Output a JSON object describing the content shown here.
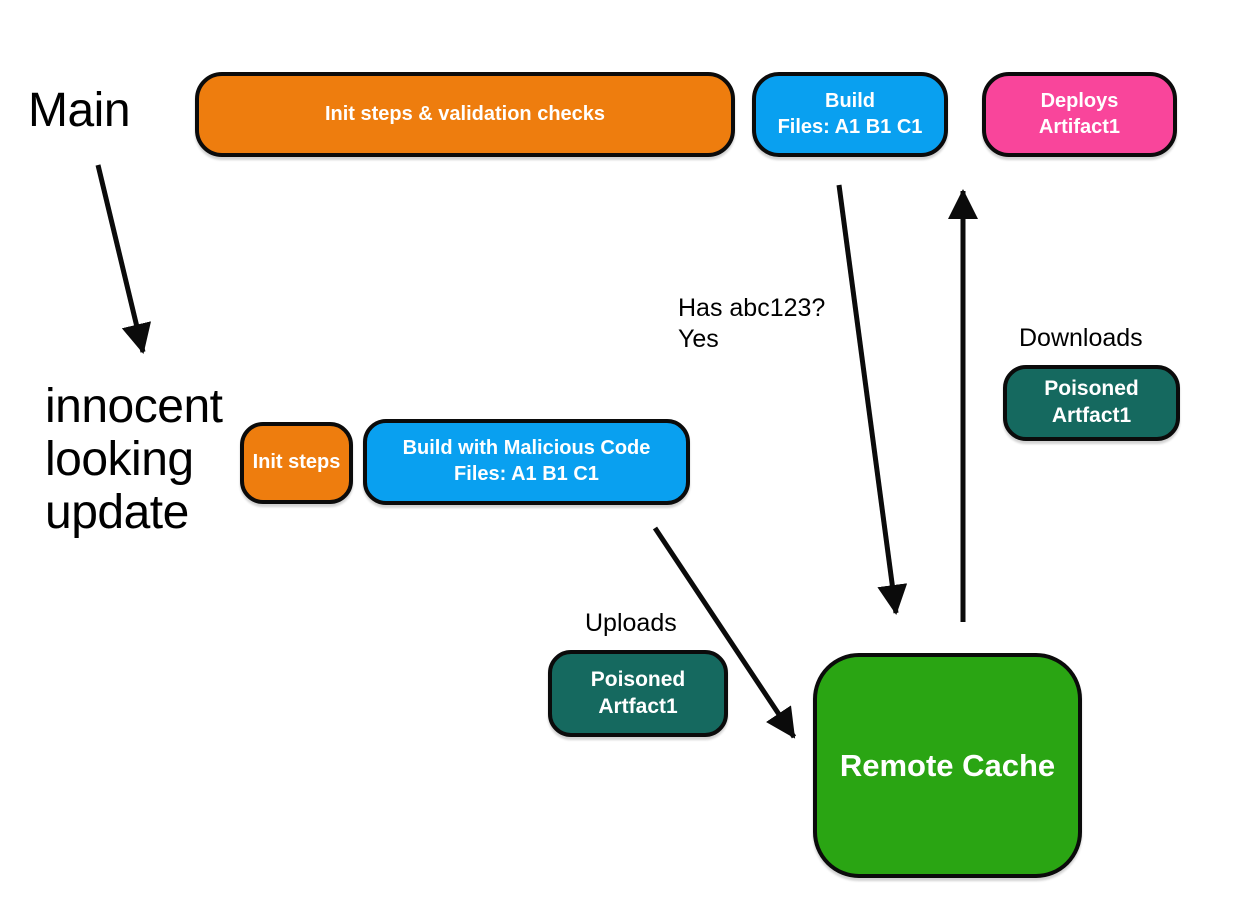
{
  "colors": {
    "orange": "#ee7d0e",
    "blue": "#09a0f0",
    "pink": "#f9459b",
    "teal": "#15695f",
    "green": "#2aa513",
    "outline": "#0b0b0b",
    "annotation_text": "#000000",
    "node_text": "#ffffff"
  },
  "annotations": {
    "main": "Main",
    "innocent_update": "innocent\nlooking\nupdate",
    "has_abc123": "Has abc123?\nYes",
    "downloads": "Downloads",
    "uploads": "Uploads"
  },
  "nodes": {
    "init_validation": {
      "label": "Init steps & validation checks",
      "color": "orange"
    },
    "build": {
      "label": "Build\nFiles: A1 B1 C1",
      "color": "blue"
    },
    "deploys": {
      "label": "Deploys\nArtifact1",
      "color": "pink"
    },
    "init_steps": {
      "label": "Init steps",
      "color": "orange"
    },
    "build_malicious": {
      "label": "Build with Malicious Code\nFiles: A1 B1 C1",
      "color": "blue"
    },
    "poisoned_upload": {
      "label": "Poisoned\nArtfact1",
      "color": "teal"
    },
    "poisoned_download": {
      "label": "Poisoned\nArtfact1",
      "color": "teal"
    },
    "remote_cache": {
      "label": "Remote Cache",
      "color": "green"
    }
  },
  "edges": [
    {
      "from": "main",
      "to": "innocent_update",
      "label": ""
    },
    {
      "from": "build",
      "to": "remote_cache",
      "label": "Has abc123?\nYes"
    },
    {
      "from": "remote_cache",
      "to": "deploys",
      "label": "Downloads"
    },
    {
      "from": "build_malicious",
      "to": "remote_cache",
      "label": "Uploads"
    }
  ]
}
